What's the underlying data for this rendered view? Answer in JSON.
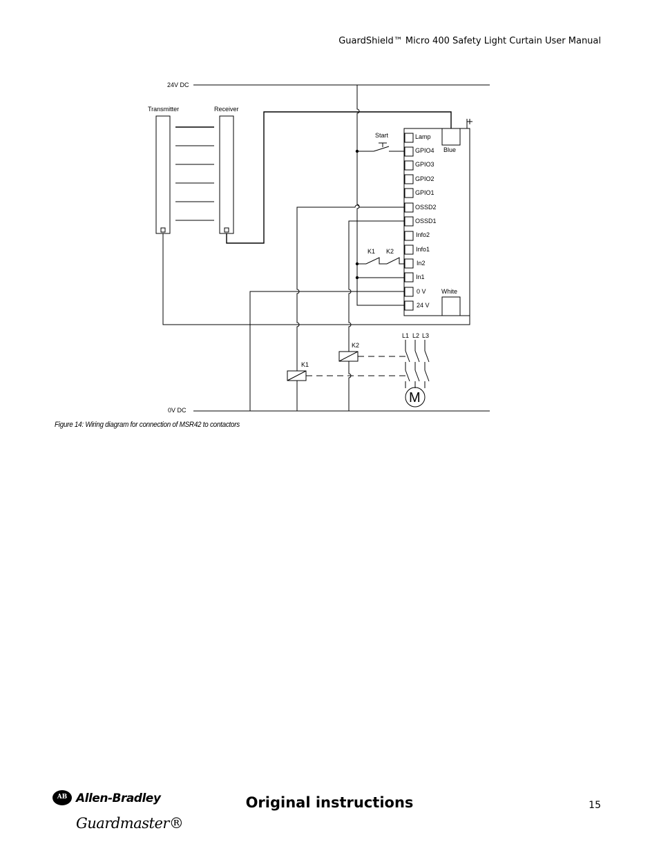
{
  "header": {
    "manual_title": "GuardShield™ Micro 400 Safety Light Curtain User Manual"
  },
  "diagram": {
    "labels": {
      "v24_dc": "24V DC",
      "v0_dc": "0V DC",
      "transmitter": "Transmitter",
      "receiver": "Receiver",
      "start": "Start",
      "blue": "Blue",
      "white": "White",
      "k1_contact": "K1",
      "k2_contact": "K2",
      "k1_coil": "K1",
      "k2_coil": "K2",
      "l1": "L1",
      "l2": "L2",
      "l3": "L3",
      "motor": "M"
    },
    "terminals": [
      "Lamp",
      "GPIO4",
      "GPIO3",
      "GPIO2",
      "GPIO1",
      "OSSD2",
      "OSSD1",
      "Info2",
      "Info1",
      "In2",
      "In1",
      "0 V",
      "24 V"
    ]
  },
  "caption": "Figure 14: Wiring diagram for connection of MSR42 to contactors",
  "footer": {
    "title": "Original instructions",
    "page_number": "15",
    "brand_ab_mark": "AB",
    "brand_ab": "Allen-Bradley",
    "brand_gm": "Guardmaster®"
  }
}
